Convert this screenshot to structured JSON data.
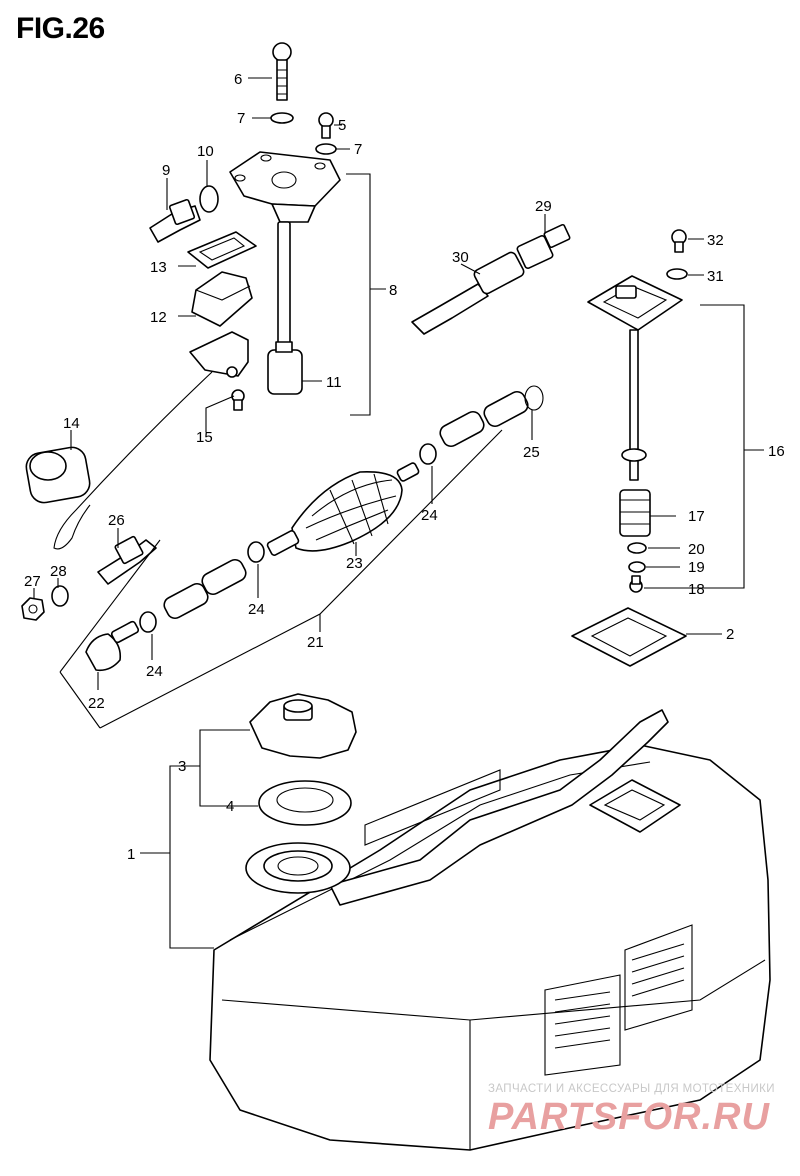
{
  "figure": {
    "title": "FIG.26"
  },
  "part_labels": {
    "p1": "1",
    "p2": "2",
    "p3": "3",
    "p4": "4",
    "p5": "5",
    "p6": "6",
    "p7a": "7",
    "p7b": "7",
    "p8": "8",
    "p9": "9",
    "p10": "10",
    "p11": "11",
    "p12": "12",
    "p13": "13",
    "p14": "14",
    "p15": "15",
    "p16": "16",
    "p17": "17",
    "p18": "18",
    "p19": "19",
    "p20": "20",
    "p21": "21",
    "p22": "22",
    "p23": "23",
    "p24a": "24",
    "p24b": "24",
    "p24c": "24",
    "p25": "25",
    "p26": "26",
    "p27": "27",
    "p28": "28",
    "p29": "29",
    "p30": "30",
    "p31": "31",
    "p32": "32"
  },
  "watermark": {
    "subtitle": "ЗАПЧАСТИ И АКСЕССУАРЫ ДЛЯ МОТОТЕХНИКИ",
    "logo": "PARTSFOR.RU"
  }
}
